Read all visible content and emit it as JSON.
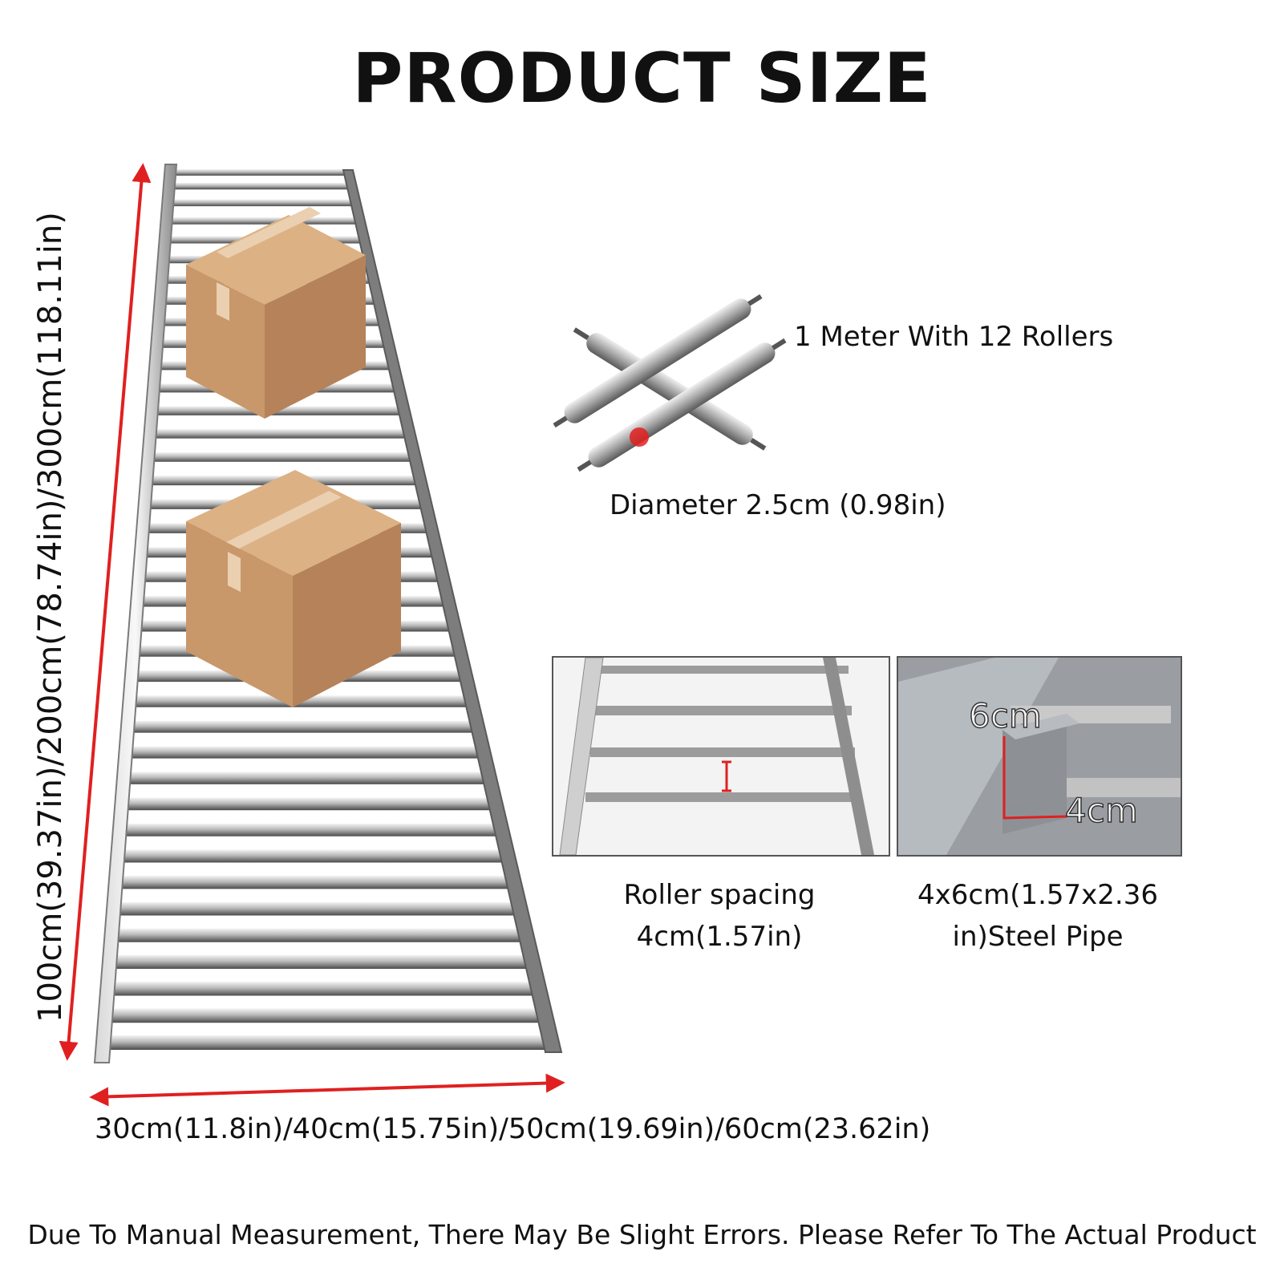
{
  "title": "PRODUCT SIZE",
  "length_label": "100cm(39.37in)/200cm(78.74in)/300cm(118.11in)",
  "width_label": "30cm(11.8in)/40cm(15.75in)/50cm(19.69in)/60cm(23.62in)",
  "roller_count_label": "1 Meter With 12 Rollers",
  "diameter_label": "Diameter 2.5cm (0.98in)",
  "spacing_label_line1": "Roller spacing",
  "spacing_label_line2": "4cm(1.57in)",
  "pipe_label_line1": "4x6cm(1.57x2.36",
  "pipe_label_line2": "in)Steel Pipe",
  "pipe_dim_6": "6cm",
  "pipe_dim_4": "4cm",
  "disclaimer": "Due To Manual Measurement, There May Be Slight Errors. Please Refer To The Actual Product",
  "colors": {
    "arrow": "#e02020",
    "cardboard": "#c99a6b",
    "steel": "#9a9a9a"
  }
}
